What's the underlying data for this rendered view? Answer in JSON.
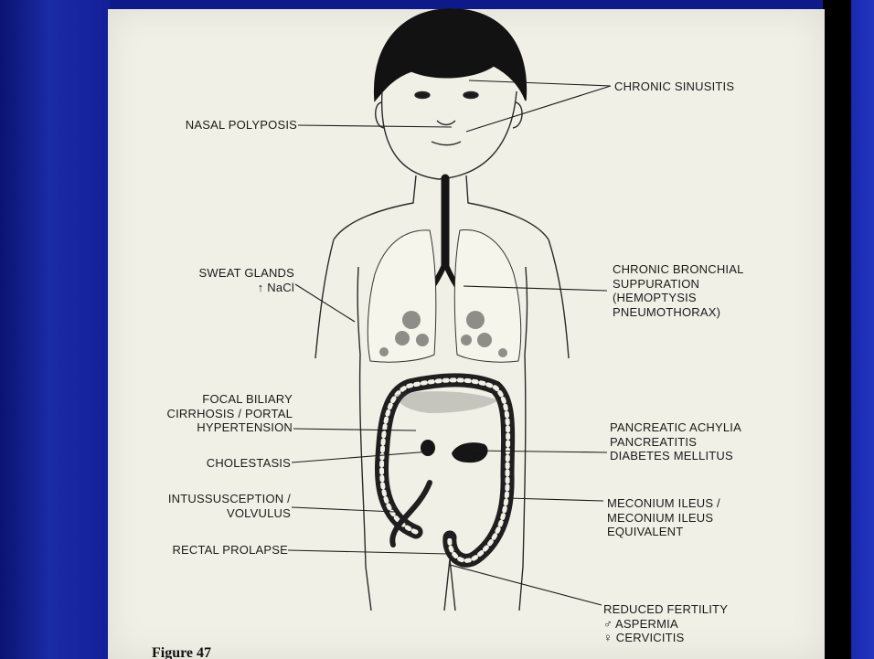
{
  "labels": {
    "chronic_sinusitis": "CHRONIC SINUSITIS",
    "nasal_polyposis": "NASAL POLYPOSIS",
    "sweat_glands": [
      "SWEAT GLANDS",
      "↑ NaCl"
    ],
    "chronic_bronchial": [
      "CHRONIC BRONCHIAL",
      "SUPPURATION",
      "(HEMOPTYSIS",
      "PNEUMOTHORAX)"
    ],
    "focal_biliary": [
      "FOCAL BILIARY",
      "CIRRHOSIS / PORTAL",
      "HYPERTENSION"
    ],
    "cholestasis": "CHOLESTASIS",
    "pancreatic": [
      "PANCREATIC ACHYLIA",
      "PANCREATITIS",
      "DIABETES MELLITUS"
    ],
    "intussusception": [
      "INTUSSUSCEPTION /",
      "VOLVULUS"
    ],
    "meconium": [
      "MECONIUM ILEUS /",
      "MECONIUM ILEUS",
      "EQUIVALENT"
    ],
    "rectal_prolapse": "RECTAL PROLAPSE",
    "reduced_fertility": [
      "REDUCED FERTILITY",
      "♂ ASPERMIA",
      "♀ CERVICITIS"
    ]
  },
  "caption": "Figure 47"
}
